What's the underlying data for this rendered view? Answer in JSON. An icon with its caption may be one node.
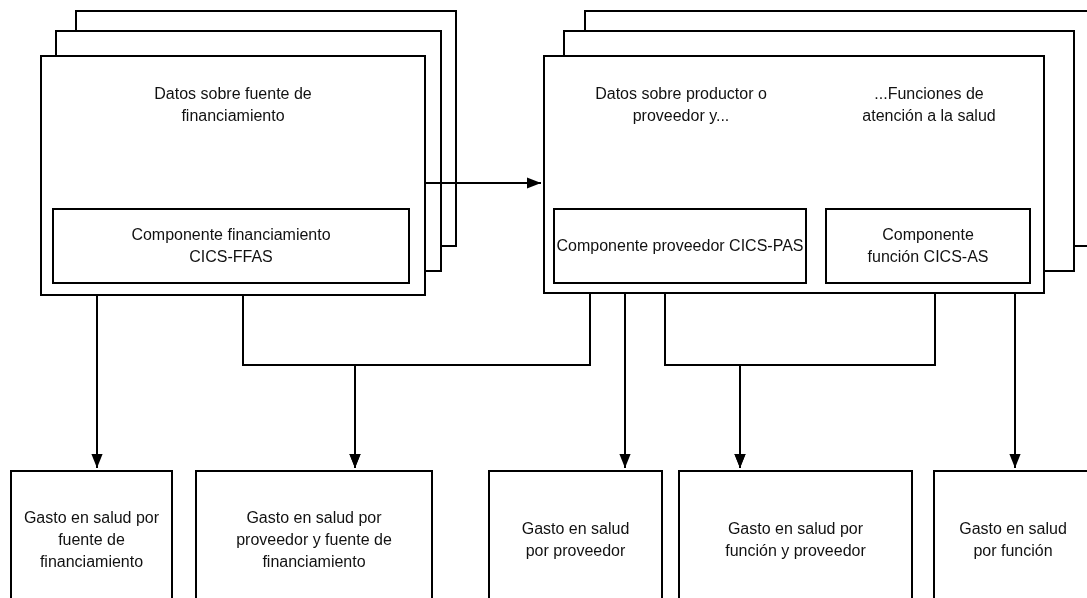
{
  "diagram": {
    "nodes": [
      {
        "text": [
          "Datos sobre fuente de financiamiento"
        ]
      },
      {
        "text": [
          "Componente financiamiento CICS-FFAS"
        ],
        "in": 0
      },
      {
        "text": [
          "Datos sobre productor o proveedor y..."
        ]
      },
      {
        "text": [
          "Componente proveedor CICS-PAS"
        ],
        "in": 2
      },
      {
        "text": [
          "...Funciones de atención a la salud"
        ]
      },
      {
        "text": [
          "Componente función CICS-AS"
        ],
        "in": 4
      },
      {
        "text": [
          "Gasto en salud por fuente de financiamiento"
        ]
      },
      {
        "text": [
          "Gasto en salud por proveedor y fuente de financiamiento"
        ]
      },
      {
        "text": [
          "Gasto en salud por proveedor"
        ]
      },
      {
        "text": [
          "Gasto en salud por función y proveedor"
        ]
      },
      {
        "text": [
          "Gasto en salud por función"
        ]
      }
    ],
    "edges": [
      {
        "from": 0,
        "to": 2,
        "arrow": "to"
      },
      {
        "from": 0,
        "to": 6,
        "arrow": "to"
      },
      {
        "from": 0,
        "to": 7,
        "arrow": "to"
      },
      {
        "from": 2,
        "to": 7,
        "arrow": "to"
      },
      {
        "from": 2,
        "to": 8,
        "arrow": "to"
      },
      {
        "from": 2,
        "to": 9,
        "arrow": "to"
      },
      {
        "from": 4,
        "to": 9,
        "arrow": "to"
      },
      {
        "from": 4,
        "to": 10,
        "arrow": "to"
      }
    ]
  }
}
